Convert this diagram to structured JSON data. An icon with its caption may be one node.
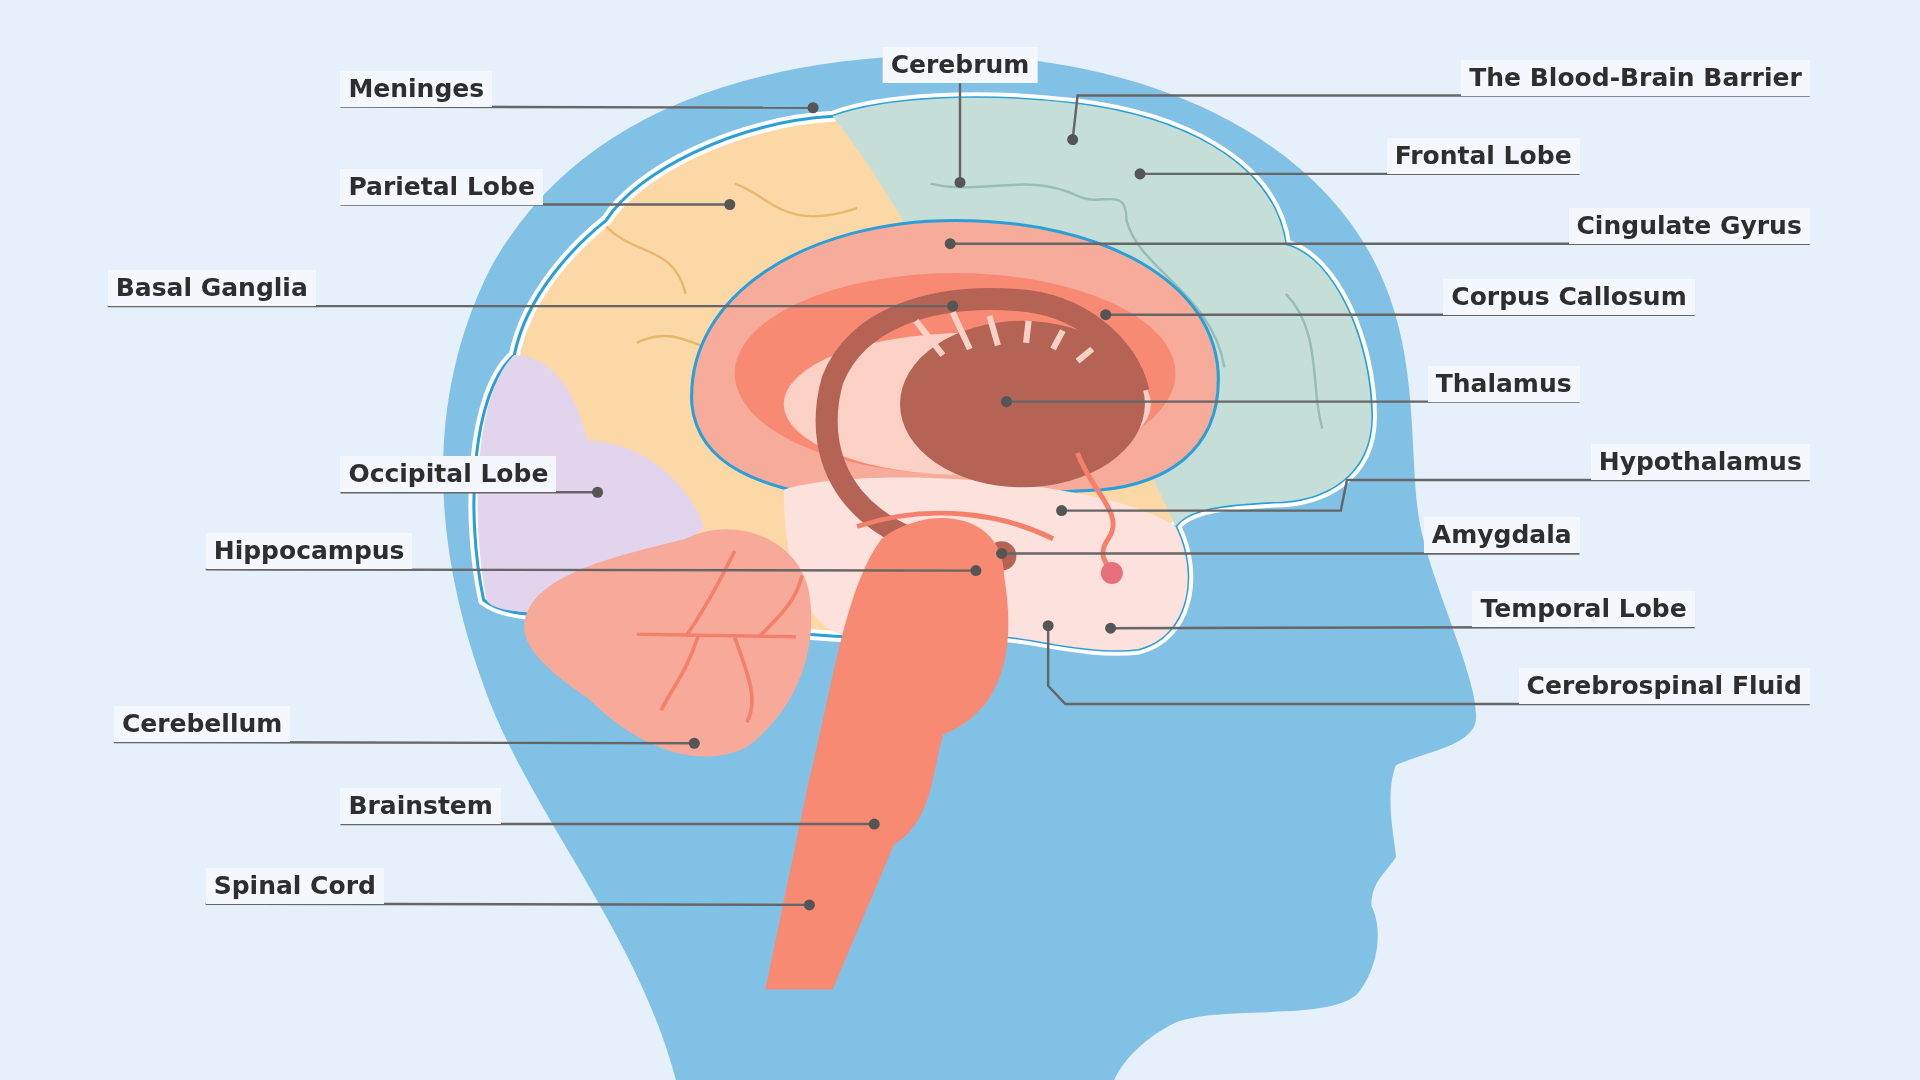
{
  "diagram": {
    "nodes": [
      {
        "text": [
          "Meninges"
        ]
      },
      {
        "text": [
          "Cerebrum"
        ]
      },
      {
        "text": [
          "The Blood-Brain Barrier"
        ]
      },
      {
        "text": [
          "Parietal Lobe"
        ]
      },
      {
        "text": [
          "Frontal Lobe"
        ]
      },
      {
        "text": [
          "Cingulate Gyrus"
        ]
      },
      {
        "text": [
          "Basal Ganglia"
        ]
      },
      {
        "text": [
          "Corpus Callosum"
        ]
      },
      {
        "text": [
          "Thalamus"
        ]
      },
      {
        "text": [
          "Hypothalamus"
        ]
      },
      {
        "text": [
          "Occipital Lobe"
        ]
      },
      {
        "text": [
          "Amygdala"
        ]
      },
      {
        "text": [
          "Hippocampus"
        ]
      },
      {
        "text": [
          "Temporal Lobe"
        ]
      },
      {
        "text": [
          "Cerebrospinal Fluid"
        ]
      },
      {
        "text": [
          "Cerebellum"
        ]
      },
      {
        "text": [
          "Brainstem"
        ]
      },
      {
        "text": [
          "Spinal Cord"
        ]
      }
    ],
    "edges": [
      {
        "from": 0,
        "to": null,
        "arrow": "other"
      },
      {
        "from": 1,
        "to": null,
        "arrow": "other"
      },
      {
        "from": 2,
        "to": null,
        "arrow": "other"
      },
      {
        "from": 3,
        "to": null,
        "arrow": "other"
      },
      {
        "from": 4,
        "to": null,
        "arrow": "other"
      },
      {
        "from": 5,
        "to": null,
        "arrow": "other"
      },
      {
        "from": 6,
        "to": null,
        "arrow": "other"
      },
      {
        "from": 7,
        "to": null,
        "arrow": "other"
      },
      {
        "from": 8,
        "to": null,
        "arrow": "other"
      },
      {
        "from": 9,
        "to": null,
        "arrow": "other"
      },
      {
        "from": 10,
        "to": null,
        "arrow": "other"
      },
      {
        "from": 11,
        "to": null,
        "arrow": "other"
      },
      {
        "from": 12,
        "to": null,
        "arrow": "other"
      },
      {
        "from": 13,
        "to": null,
        "arrow": "other"
      },
      {
        "from": 14,
        "to": null,
        "arrow": "other"
      },
      {
        "from": 15,
        "to": null,
        "arrow": "other"
      },
      {
        "from": 16,
        "to": null,
        "arrow": "other"
      },
      {
        "from": 17,
        "to": null,
        "arrow": "other"
      }
    ]
  }
}
